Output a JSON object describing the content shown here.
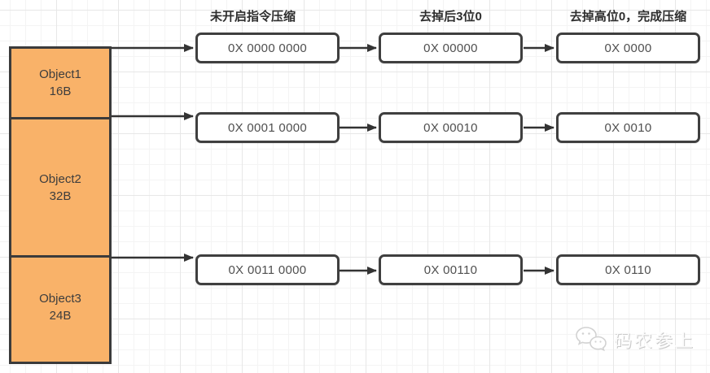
{
  "headers": [
    "未开启指令压缩",
    "去掉后3位0",
    "去掉高位0，完成压缩"
  ],
  "memory_stack": {
    "objects": [
      {
        "name": "Object1",
        "size": "16B"
      },
      {
        "name": "Object2",
        "size": "32B"
      },
      {
        "name": "Object3",
        "size": "24B"
      }
    ]
  },
  "address_rows": [
    {
      "steps": [
        "0X 0000 0000",
        "0X 00000",
        "0X 0000"
      ]
    },
    {
      "steps": [
        "0X 0001 0000",
        "0X 00010",
        "0X 0010"
      ]
    },
    {
      "steps": [
        "0X 0011 0000",
        "0X 00110",
        "0X 0110"
      ]
    }
  ],
  "watermark": {
    "icon": "wechat-icon",
    "text": "码农参上"
  },
  "colors": {
    "object_fill": "#F9B269",
    "outline": "#3B3B3B",
    "arrow": "#333333"
  }
}
